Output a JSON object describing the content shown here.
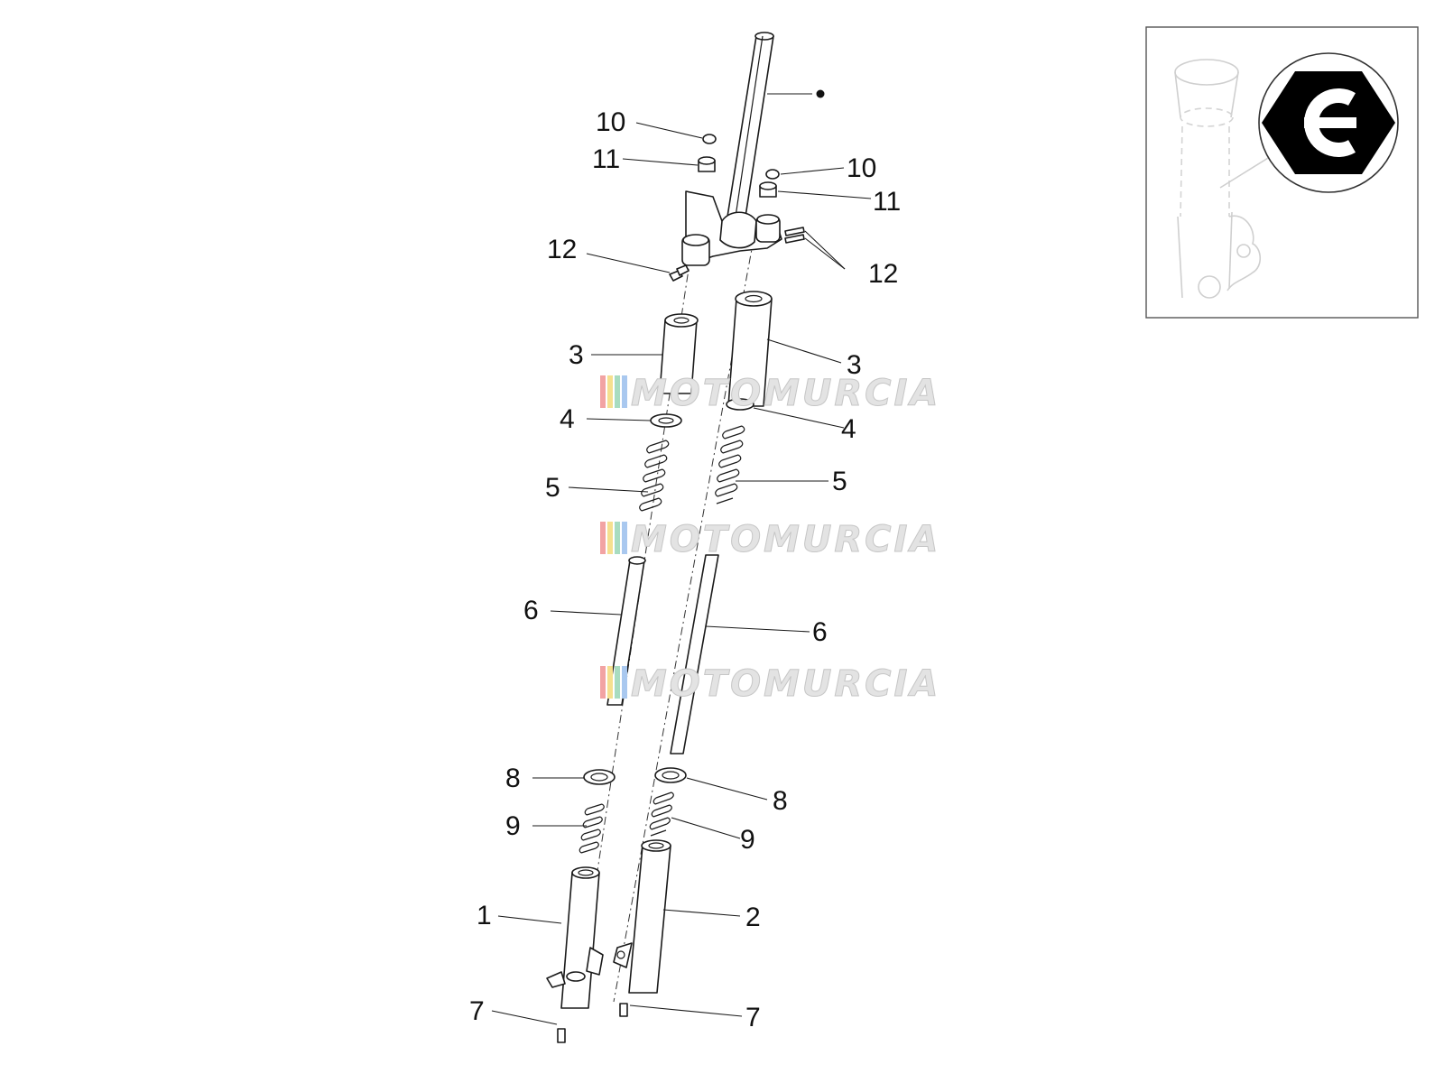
{
  "callouts": {
    "dot_top": "•",
    "c10a": "10",
    "c10b": "10",
    "c11a": "11",
    "c11b": "11",
    "c12a": "12",
    "c12b": "12",
    "c3a": "3",
    "c3b": "3",
    "c4a": "4",
    "c4b": "4",
    "c5a": "5",
    "c5b": "5",
    "c6a": "6",
    "c6b": "6",
    "c8a": "8",
    "c8b": "8",
    "c9a": "9",
    "c9b": "9",
    "c1": "1",
    "c2": "2",
    "c7a": "7",
    "c7b": "7"
  },
  "watermark": {
    "text": "MOTOMURCIA",
    "stripe_colors": [
      "#f2a3a3",
      "#f5e08f",
      "#a8dcc0",
      "#a9c8ef"
    ]
  },
  "inset": {
    "icon": "locking-compound-icon",
    "icon_color": "#000000"
  }
}
